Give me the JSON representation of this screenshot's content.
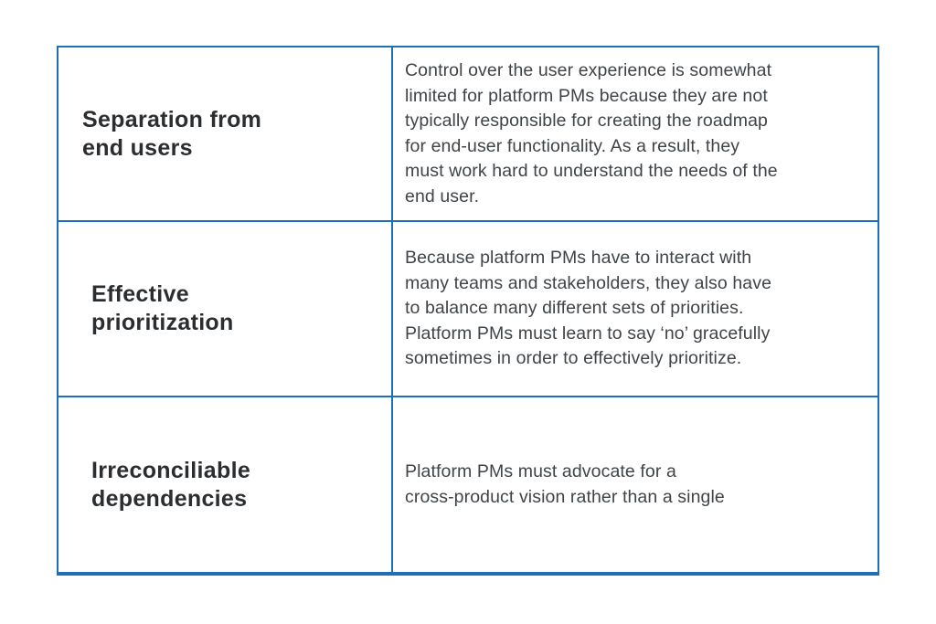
{
  "table": {
    "colors": {
      "border": "#1e6fb5",
      "heading_text": "#2b2e31",
      "body_text": "#3f4449",
      "background": "#ffffff"
    },
    "rows": [
      {
        "heading": "Separation from\nend users",
        "description": "Control over the user experience is somewhat\nlimited for platform PMs because they are not\ntypically responsible for creating the roadmap\nfor end-user functionality. As a result, they\nmust work hard to understand the needs of the\nend user."
      },
      {
        "heading": "Effective\nprioritization",
        "description": "Because platform PMs have to interact with\nmany teams and stakeholders, they also have\nto balance many different sets of priorities.\nPlatform PMs must learn to say ‘no’ gracefully\nsometimes in order to effectively prioritize."
      },
      {
        "heading": "Irreconciliable\ndependencies",
        "description": "Platform PMs must advocate for a\ncross-product vision rather than a single"
      }
    ]
  }
}
